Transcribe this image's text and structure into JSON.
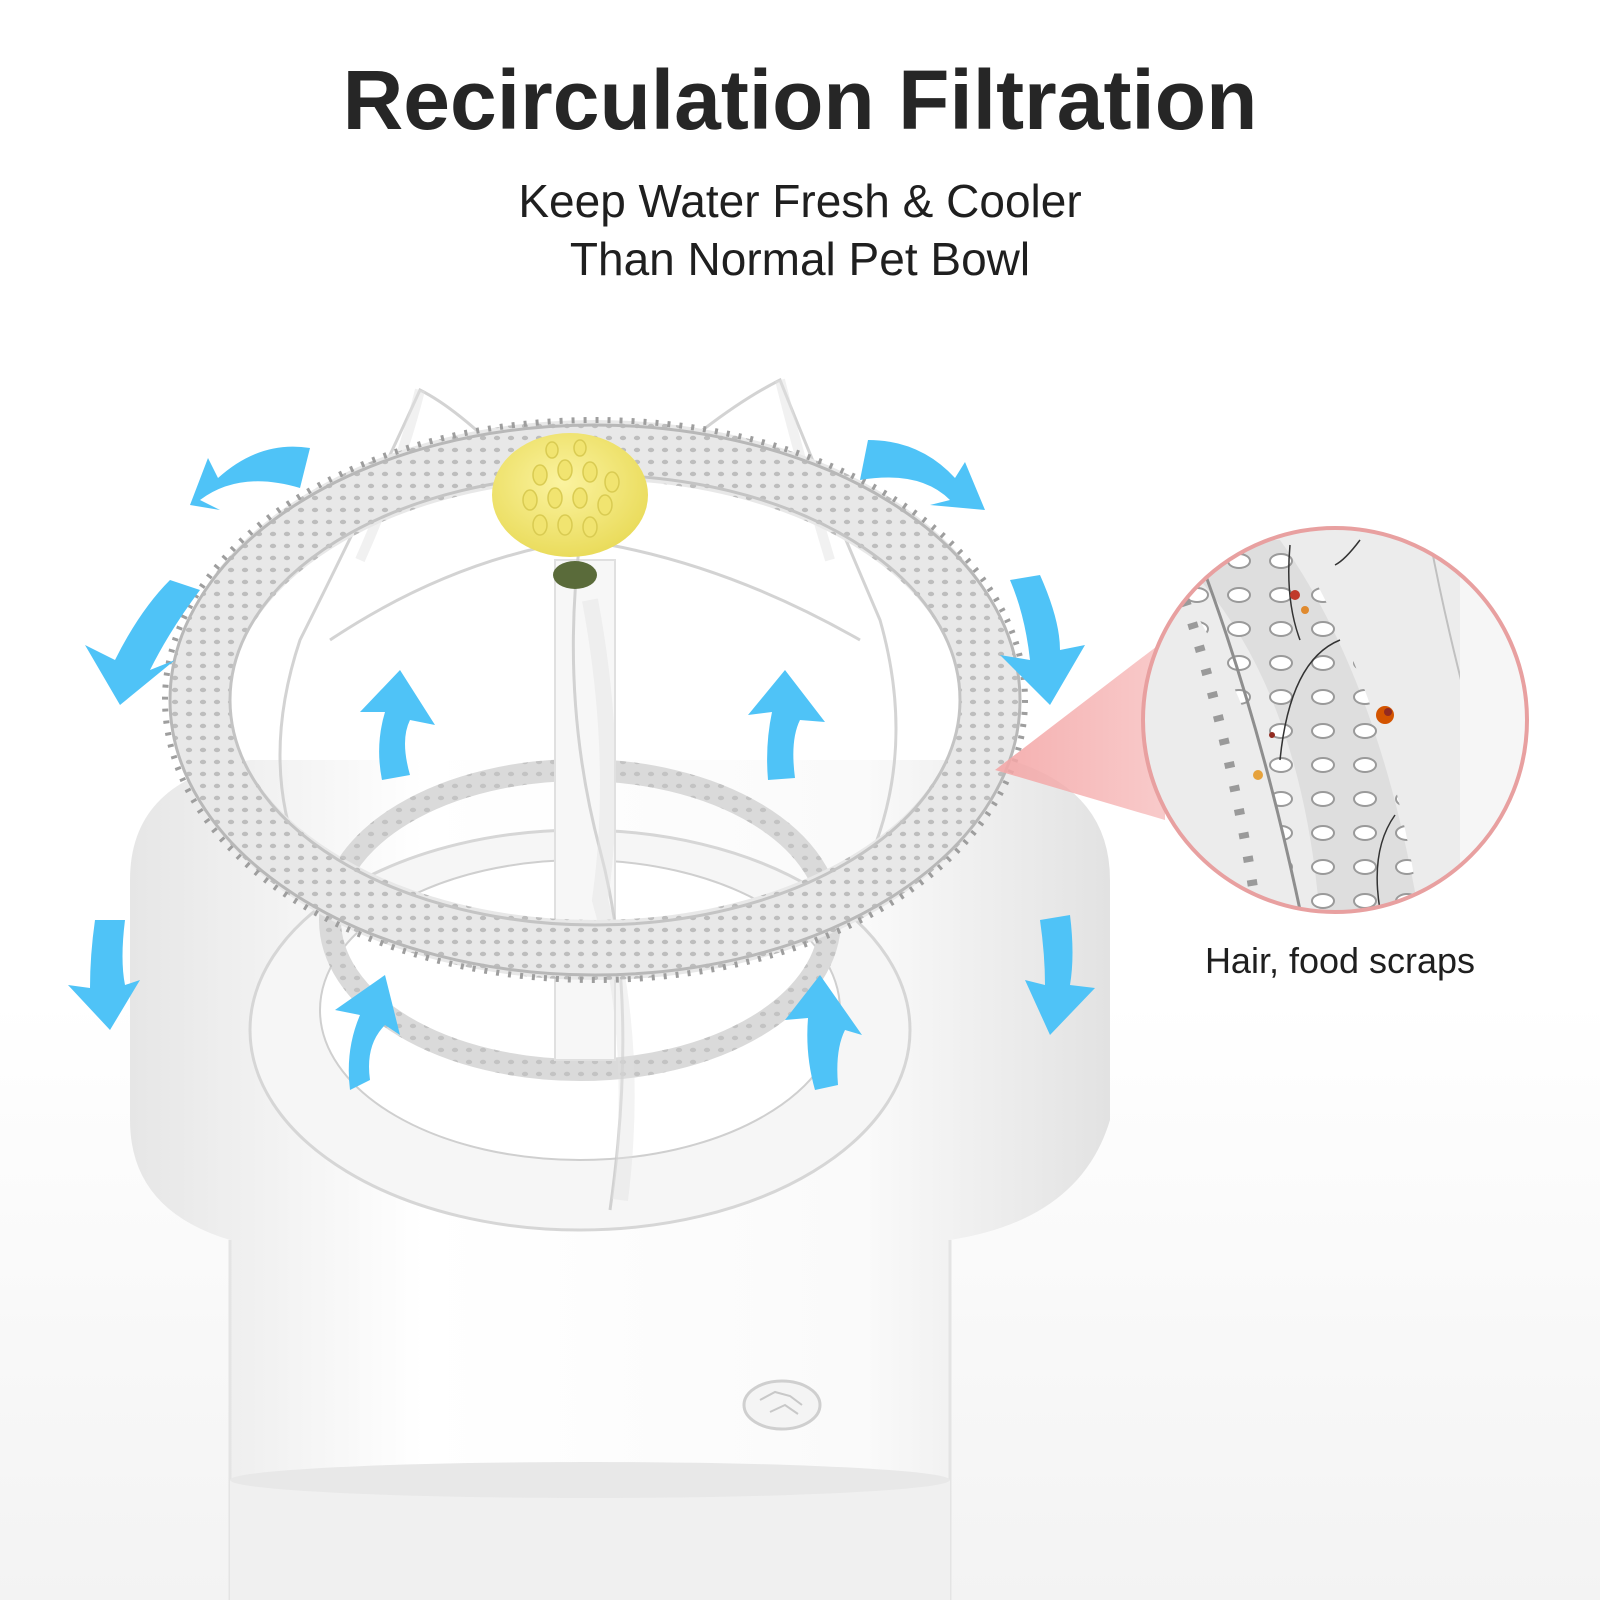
{
  "header": {
    "title": "Recirculation Filtration",
    "subtitle_line1": "Keep Water Fresh & Cooler",
    "subtitle_line2": "Than Normal Pet Bowl"
  },
  "callout": {
    "caption": "Hair, food scraps",
    "border_color": "#e8a0a0",
    "beam_color": "#f4a7a7"
  },
  "colors": {
    "arrow": "#4fc3f7",
    "flower": "#f5ea7a",
    "body": "#ffffff",
    "text": "#262626"
  },
  "icons": {
    "arrows": [
      "curved-arrow-left-top",
      "curved-arrow-right-top",
      "curved-arrow-left-mid",
      "curved-arrow-right-mid",
      "arrow-up-inner-left",
      "arrow-up-inner-right",
      "arrow-down-left",
      "arrow-down-right",
      "arrow-up-lower-left",
      "arrow-up-lower-right"
    ]
  }
}
